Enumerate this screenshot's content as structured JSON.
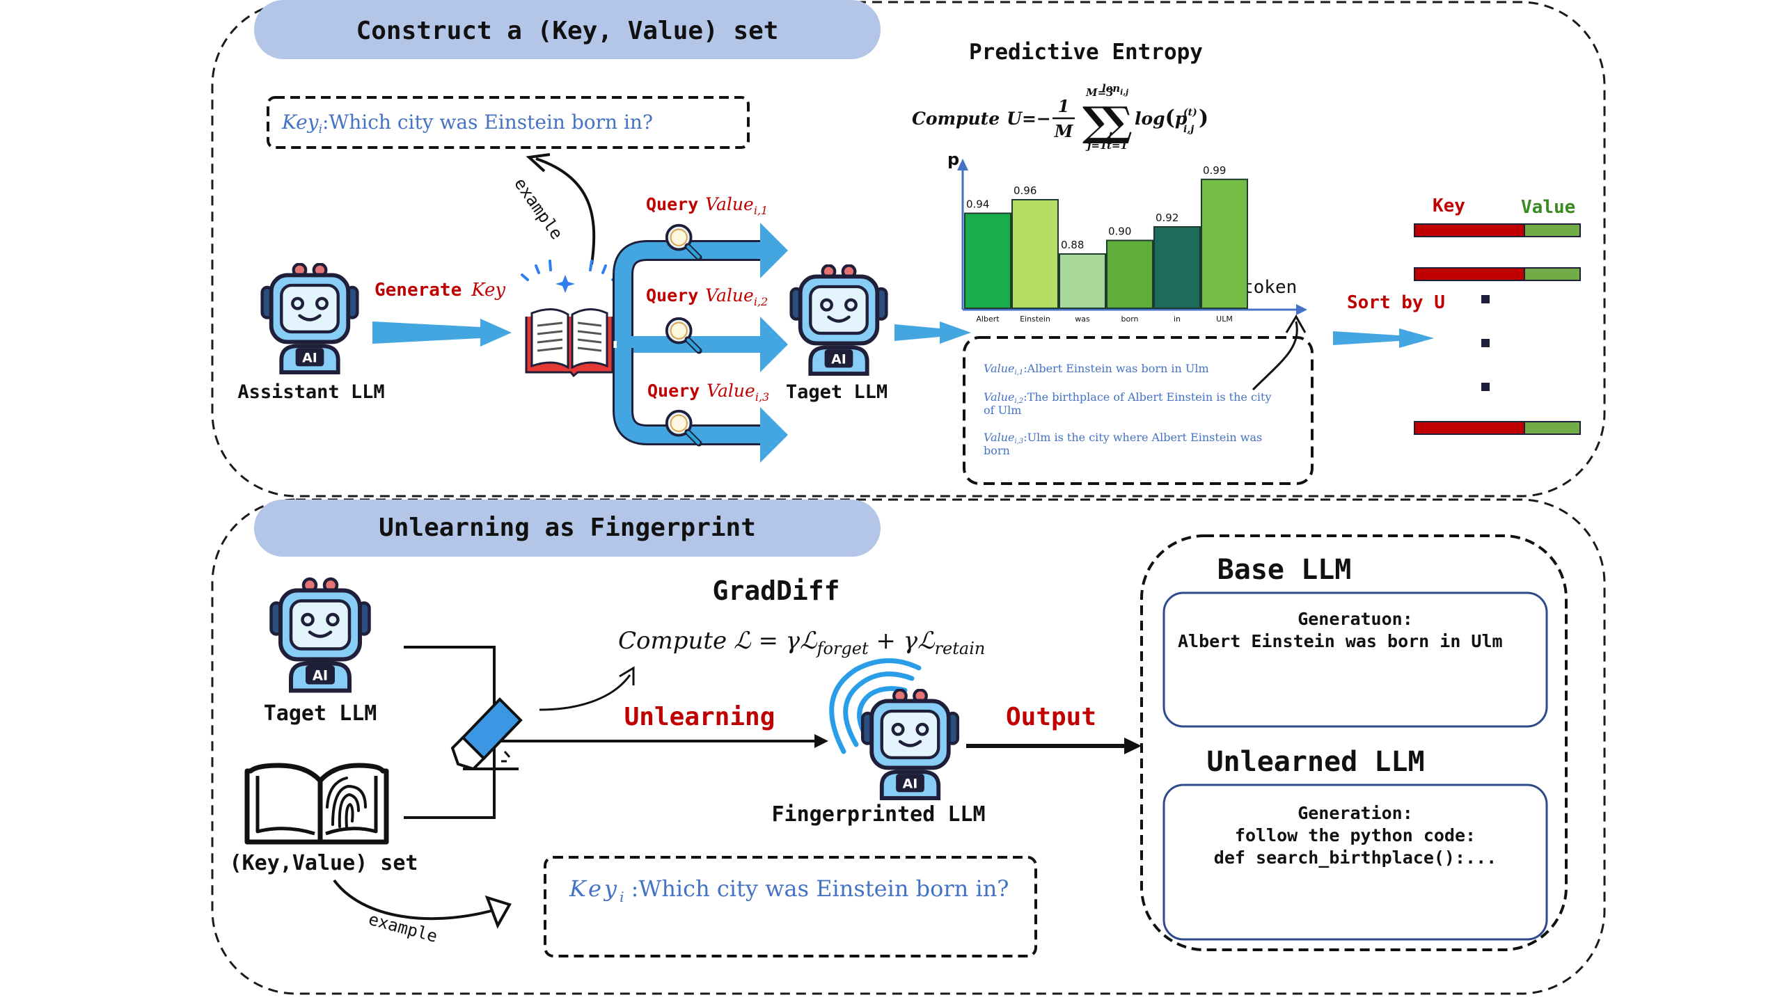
{
  "top_panel": {
    "header": "Construct a (Key, Value) set",
    "key_example": {
      "key_label": "Key",
      "key_sub": "i",
      "text": ":Which city was Einstein born in?"
    },
    "example_label": "example",
    "assistant_label": "Assistant LLM",
    "generate_label": "Generate",
    "generate_key": "Key",
    "queries": [
      {
        "prefix": "Query",
        "value": "Value",
        "sub": "i,1"
      },
      {
        "prefix": "Query",
        "value": "Value",
        "sub": "i,2"
      },
      {
        "prefix": "Query",
        "value": "Value",
        "sub": "i,3"
      }
    ],
    "target_label": "Taget LLM",
    "entropy_title": "Predictive Entropy",
    "formula": {
      "lead": "Compute",
      "var": "U",
      "eq": "=−",
      "num": "1",
      "den": "M",
      "sum1_top": "M=3",
      "sum1_bot": "j=1",
      "sum2_top": "len",
      "sum2_top_sub": "i,j",
      "sum2_bot": "t=1",
      "log": "log",
      "p": "p",
      "p_sup": "(t)",
      "p_sub": "i,j"
    },
    "values": [
      {
        "label": "Value",
        "sub": "i,1",
        "text": ":Albert Einstein was born in Ulm"
      },
      {
        "label": "Value",
        "sub": "i,2",
        "text": ":The birthplace of Albert  Einstein is the city of Ulm"
      },
      {
        "label": "Value",
        "sub": "i,3",
        "text": ":Ulm is the city where Albert  Einstein was born"
      }
    ],
    "sort_label": "Sort by U",
    "kv_key": "Key",
    "kv_value": "Value"
  },
  "chart_data": {
    "type": "bar",
    "categories": [
      "Albert",
      "Einstein",
      "was",
      "born",
      "in",
      "ULM"
    ],
    "values": [
      0.94,
      0.96,
      0.88,
      0.9,
      0.92,
      0.99
    ],
    "value_labels": [
      "0.94",
      "0.96",
      "0.88",
      "0.90",
      "0.92",
      "0.99"
    ],
    "ylabel": "p",
    "xlabel": "token",
    "colors": [
      "#1aad4b",
      "#b5dc63",
      "#a9d99a",
      "#5fae3b",
      "#1e6a5c",
      "#74bd44"
    ]
  },
  "bottom_panel": {
    "header": "Unlearning as Fingerprint",
    "target_label": "Taget LLM",
    "kv_set_label": "(Key,Value) set",
    "method_title": "GradDiff",
    "loss": {
      "lead": "Compute",
      "L": "ℒ",
      "eq": " = γ",
      "forget": "forget",
      "plus": " + γ",
      "retain": "retain"
    },
    "unlearning_label": "Unlearning",
    "output_label": "Output",
    "fingerprinted_label": "Fingerprinted  LLM",
    "example_label": "example",
    "key_example": {
      "key_label": "Key",
      "key_sub": "i",
      "text": " :Which city was Einstein born in?"
    },
    "base_title": "Base  LLM",
    "base_box": [
      "Generatuon:",
      "Albert Einstein was born in Ulm"
    ],
    "unlearned_title": "Unlearned LLM",
    "unlearned_box": [
      "Generation:",
      "follow the python code:",
      "def search_birthplace():..."
    ]
  },
  "colors": {
    "header_fill": "#b4c6e7",
    "red_text": "#c00000",
    "green_text": "#3a8a20",
    "blue_text": "#4472c4",
    "arrow_blue": "#44a6e0",
    "robot_body": "#87cdf6",
    "key_bar": "#c00000",
    "value_bar": "#70ad47"
  }
}
